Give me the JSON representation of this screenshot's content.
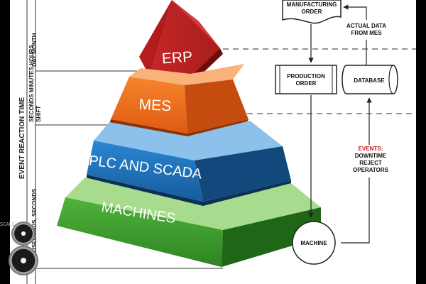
{
  "pyramid": {
    "tiers": [
      "ERP",
      "MES",
      "PLC AND SCADA",
      "MACHINES"
    ],
    "colors": {
      "erp": "#b81d1d",
      "mes": "#ef6a1c",
      "plc": "#1f6fb6",
      "machines": "#3c9a2c"
    }
  },
  "axis": {
    "title": "EVENT REACTION TIME",
    "day_month": "DAY MONTH",
    "seconds_shift": "SECONDS MINUTES HOURS SHIFT",
    "milliseconds": "MILLISECONDS, SECONDS"
  },
  "flow": {
    "manufacturing_order": [
      "MANUFACTURING",
      "ORDER"
    ],
    "actual_data": [
      "ACTUAL DATA",
      "FROM MES"
    ],
    "production_order": [
      "PRODUCTION",
      "ORDER"
    ],
    "database": "DATABASE",
    "events_heading": "EVENTS:",
    "events": [
      "DOWNTIME",
      "REJECT",
      "OPERATORS"
    ],
    "machine": "MACHINE"
  },
  "side_handle_text": "SCALE"
}
